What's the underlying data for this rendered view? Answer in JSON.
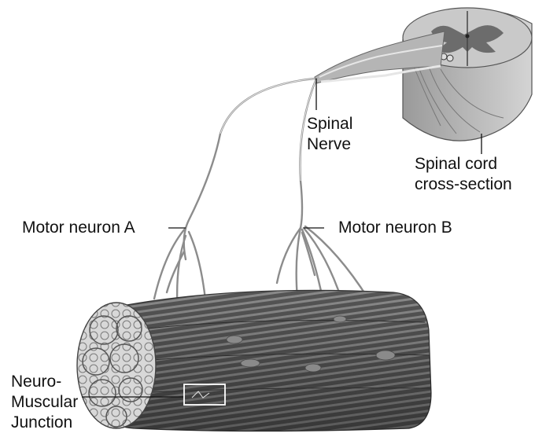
{
  "labels": {
    "spinal_nerve_line1": "Spinal",
    "spinal_nerve_line2": "Nerve",
    "spinal_cord_line1": "Spinal cord",
    "spinal_cord_line2": "cross-section",
    "motor_neuron_a": "Motor neuron A",
    "motor_neuron_b": "Motor neuron B",
    "nmj_line1": "Neuro-",
    "nmj_line2": "Muscular",
    "nmj_line3": "Junction"
  },
  "colors": {
    "muscle_dark": "#3f3f3f",
    "muscle_light": "#9a9a9a",
    "cord_white_matter": "#c9c9c9",
    "cord_gray_matter": "#6c6c6c",
    "nerve_fiber": "#8c8c8c",
    "nerve_highlight": "#e6e6e6",
    "text": "#111111"
  }
}
